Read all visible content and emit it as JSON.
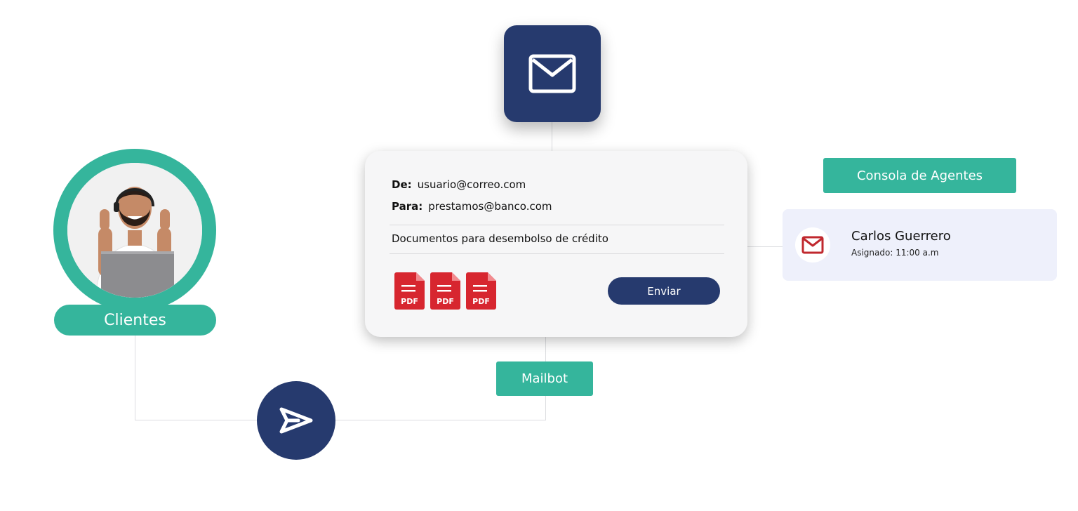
{
  "email": {
    "from_label": "De:",
    "from_value": "usuario@correo.com",
    "to_label": "Para:",
    "to_value": "prestamos@banco.com",
    "subject": "Documentos para desembolso de crédito",
    "attachments": [
      "PDF",
      "PDF",
      "PDF"
    ],
    "send_label": "Enviar"
  },
  "labels": {
    "clients": "Clientes",
    "mailbot": "Mailbot",
    "agents_console": "Consola de Agentes"
  },
  "agent": {
    "name": "Carlos Guerrero",
    "assigned": "Asignado: 11:00 a.m"
  },
  "icons": {
    "top": "mail-icon",
    "bottom": "send-icon",
    "agent": "mail-icon"
  },
  "colors": {
    "navy": "#263a6e",
    "teal": "#35b59c",
    "pdf_red": "#d7262f"
  }
}
